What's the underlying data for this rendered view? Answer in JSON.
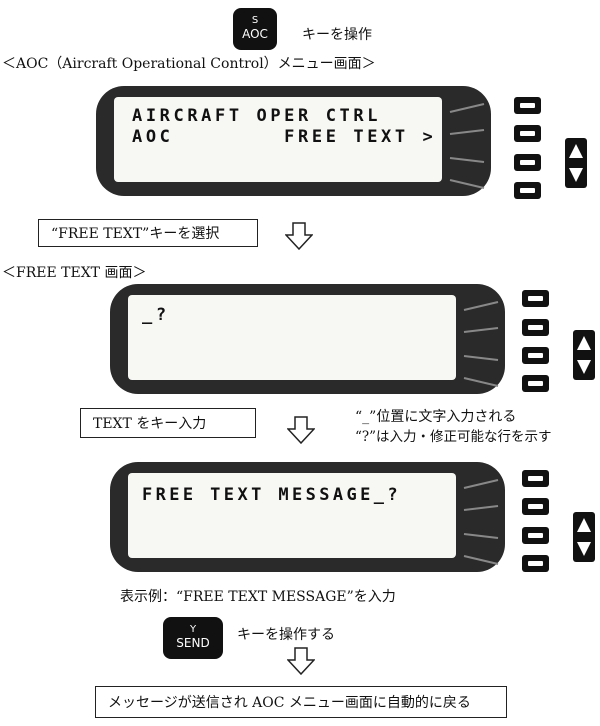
{
  "aoc_key": {
    "top": "S",
    "bottom": "AOC"
  },
  "aoc_key_note": "キーを操作",
  "aoc_menu_heading": "＜AOC（Aircraft Operational Control）メニュー画面＞",
  "aoc_menu_display": {
    "line1": "AIRCRAFT OPER CTRL",
    "line2": "AOC        FREE TEXT >"
  },
  "select_free_text_caption": "“FREE TEXT”キーを選択",
  "free_text_heading": "＜FREE TEXT 画面＞",
  "free_text_display": {
    "line1": "_?"
  },
  "text_input_caption": "TEXT をキー入力",
  "cursor_notes": {
    "line1": "“_”位置に文字入力される",
    "line2": "“?”は入力・修正可能な行を示す"
  },
  "message_display": {
    "line1": "FREE TEXT MESSAGE_?"
  },
  "example_caption": "表示例：“FREE TEXT MESSAGE”を入力",
  "send_key": {
    "top": "Y",
    "bottom": "SEND"
  },
  "send_key_note": "キーを操作する",
  "final_caption": "メッセージが送信され AOC メニュー画面に自動的に戻る"
}
